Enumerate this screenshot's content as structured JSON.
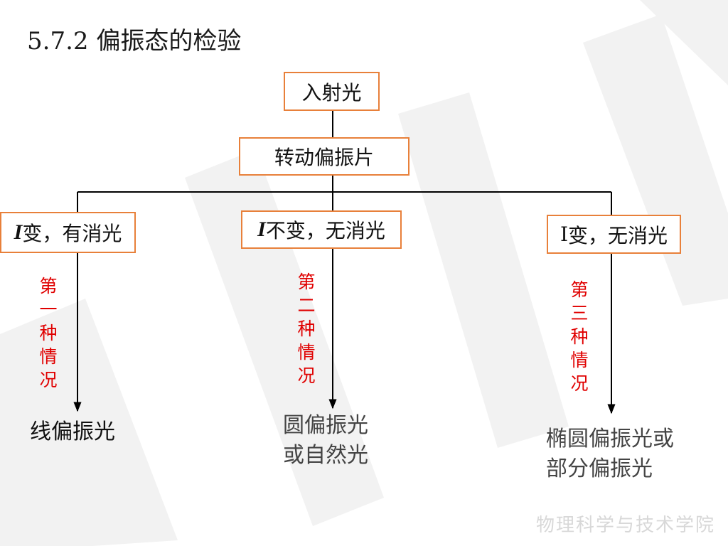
{
  "title": "5.7.2 偏振态的检验",
  "nodes": {
    "incident_light": "入射光",
    "rotate_polarizer": "转动偏振片"
  },
  "cases": [
    {
      "condition_symbol": "I",
      "condition_text": "变，有消光",
      "label": "第一种情况",
      "result_lines": [
        "线偏振光"
      ]
    },
    {
      "condition_symbol": "I",
      "condition_text": "不变，无消光",
      "label": "第二种情况",
      "result_lines": [
        "圆偏振光",
        "或自然光"
      ]
    },
    {
      "condition_symbol": "I",
      "condition_text": "变，无消光",
      "label": "第三种情况",
      "result_lines": [
        "椭圆偏振光或",
        "部分偏振光"
      ]
    }
  ],
  "colors": {
    "box_border": "#e8803a",
    "case_label": "#e00000",
    "connector": "#000000"
  },
  "footer": "物理科学与技术学院"
}
